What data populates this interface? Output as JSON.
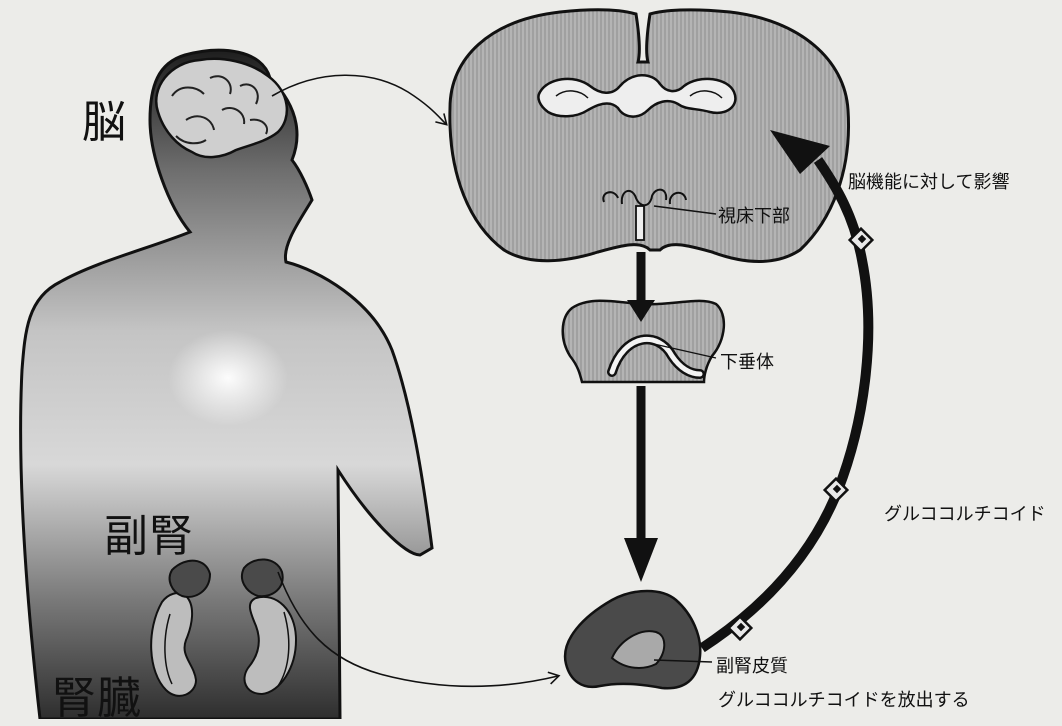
{
  "labels": {
    "brain": "脳",
    "adrenal": "副腎",
    "kidney": "腎臓",
    "hypothalamus": "視床下部",
    "pituitary": "下垂体",
    "brain_effect": "脳機能に対して影響",
    "glucocorticoid": "グルココルチコイド",
    "adrenal_cortex": "副腎皮質",
    "release": "グルココルチコイドを放出する"
  },
  "colors": {
    "background": "#ecece9",
    "body_dark": "#2a2a2a",
    "organ_fill": "#a9a9a9",
    "adrenal_fill": "#4a4a4a",
    "arrow": "#111111"
  }
}
